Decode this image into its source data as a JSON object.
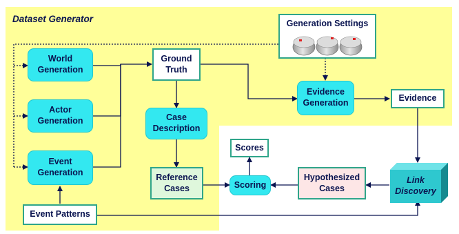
{
  "title": "Dataset Generator",
  "boxes": {
    "world_generation": "World\nGeneration",
    "actor_generation": "Actor\nGeneration",
    "event_generation": "Event\nGeneration",
    "event_patterns": "Event Patterns",
    "ground_truth": "Ground\nTruth",
    "case_description": "Case\nDescription",
    "reference_cases": "Reference\nCases",
    "scoring": "Scoring",
    "scores": "Scores",
    "hypothesized_cases": "Hypothesized\nCases",
    "evidence_generation": "Evidence\nGeneration",
    "evidence": "Evidence",
    "link_discovery": "Link\nDiscovery",
    "generation_settings": "Generation Settings"
  },
  "colors": {
    "yellow_region": "#ffff99",
    "process_box": "#33e8f0",
    "box_border": "#2fa58a",
    "arrow": "#0a1450"
  }
}
